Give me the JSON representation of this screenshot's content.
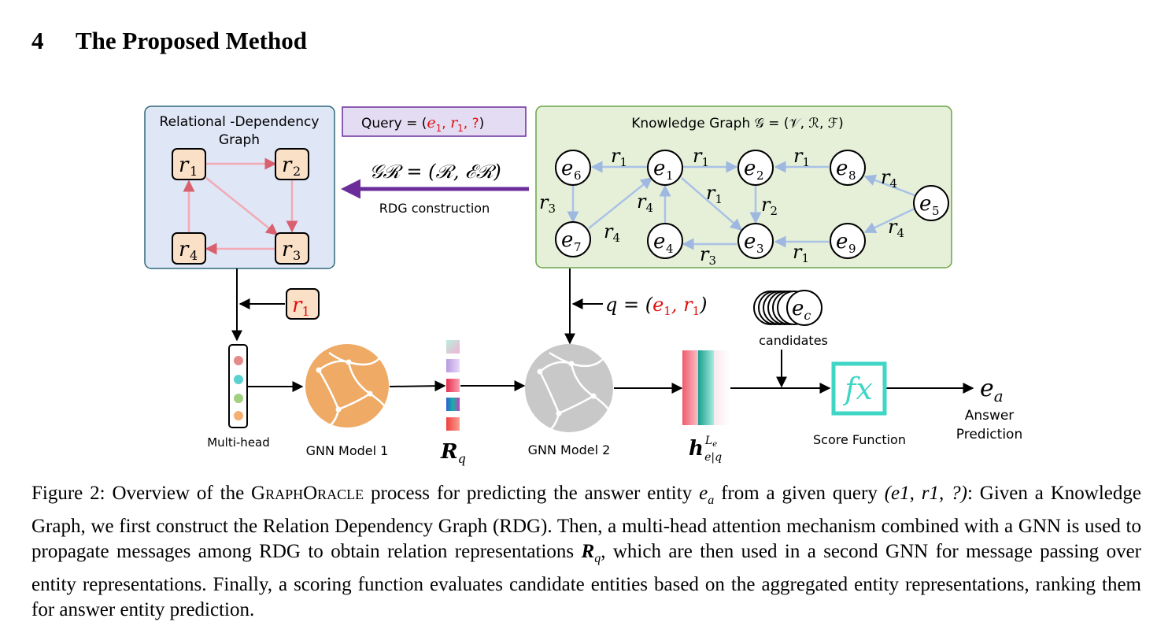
{
  "section": {
    "number": "4",
    "title": "The Proposed Method"
  },
  "figure": {
    "rdg": {
      "title_line1": "Relational -Dependency",
      "title_line2": "Graph",
      "nodes": [
        "r",
        "r",
        "r",
        "r"
      ],
      "subs": [
        "1",
        "2",
        "3",
        "4"
      ]
    },
    "query": {
      "text": "Query = (",
      "e": "e",
      "e_sub": "1",
      "r": "r",
      "r_sub": "1",
      "q": "?",
      "close": ")"
    },
    "rdg_construction": {
      "formula": "𝒢ℛ = (ℛ, ℰℛ)",
      "label": "RDG construction"
    },
    "kg": {
      "title": "Knowledge Graph 𝒢 = (𝒱, ℛ, ℱ)",
      "entities": [
        "e6",
        "e1",
        "e2",
        "e8",
        "e5",
        "e7",
        "e4",
        "e3",
        "e9"
      ],
      "relations": [
        "r1",
        "r1",
        "r1",
        "r1",
        "r1",
        "r2",
        "r3",
        "r3",
        "r4",
        "r4",
        "r4",
        "r4"
      ]
    },
    "input_r": {
      "base": "r",
      "sub": "1"
    },
    "q_label": {
      "prefix": "q = (",
      "e": "e",
      "e_sub": "1",
      "r": "r",
      "r_sub": "1",
      "suffix": ")"
    },
    "candidates": {
      "symbol": "e",
      "sub": "c",
      "label": "candidates"
    },
    "multihead_label": "Multi-head",
    "gnn1_label": "GNN Model 1",
    "rq_label": {
      "base": "R",
      "sub": "q"
    },
    "gnn2_label": "GNN Model 2",
    "h_label": {
      "base": "h",
      "sup": "L",
      "sup_sub": "e",
      "sub": "e|q"
    },
    "score_label": "Score Function",
    "fx": "fx",
    "answer": {
      "symbol": "e",
      "sub": "a",
      "line1": "Answer",
      "line2": "Prediction"
    }
  },
  "caption": {
    "prefix": "Figure 2: Overview of the ",
    "method": "GraphOracle",
    "mid1": " process for predicting the answer entity ",
    "ea": "e",
    "ea_sub": "a",
    "mid2": " from a given query ",
    "query": "(e1, r1, ?)",
    "rest1": ": Given a Knowledge Graph, we first construct the Relation Dependency Graph (RDG). Then, a multi-head attention mechanism combined with a GNN is used to propagate messages among RDG to obtain relation representations ",
    "rq": "R",
    "rq_sub": "q",
    "rest2": ", which are then used in a second GNN for message passing over entity representations. Finally, a scoring function evaluates candidate entities based on the aggregated entity representations, ranking them for answer entity prediction."
  },
  "colors": {
    "rdg_bg": "#dfe6f6",
    "rdg_border": "#2e6a7a",
    "kg_bg": "#e6f0d9",
    "kg_border": "#6aa446",
    "purple": "#6b2d9a",
    "red": "#e01010",
    "orange": "#efaa66",
    "gray": "#c8c8c8",
    "teal": "#3fd6c6"
  }
}
